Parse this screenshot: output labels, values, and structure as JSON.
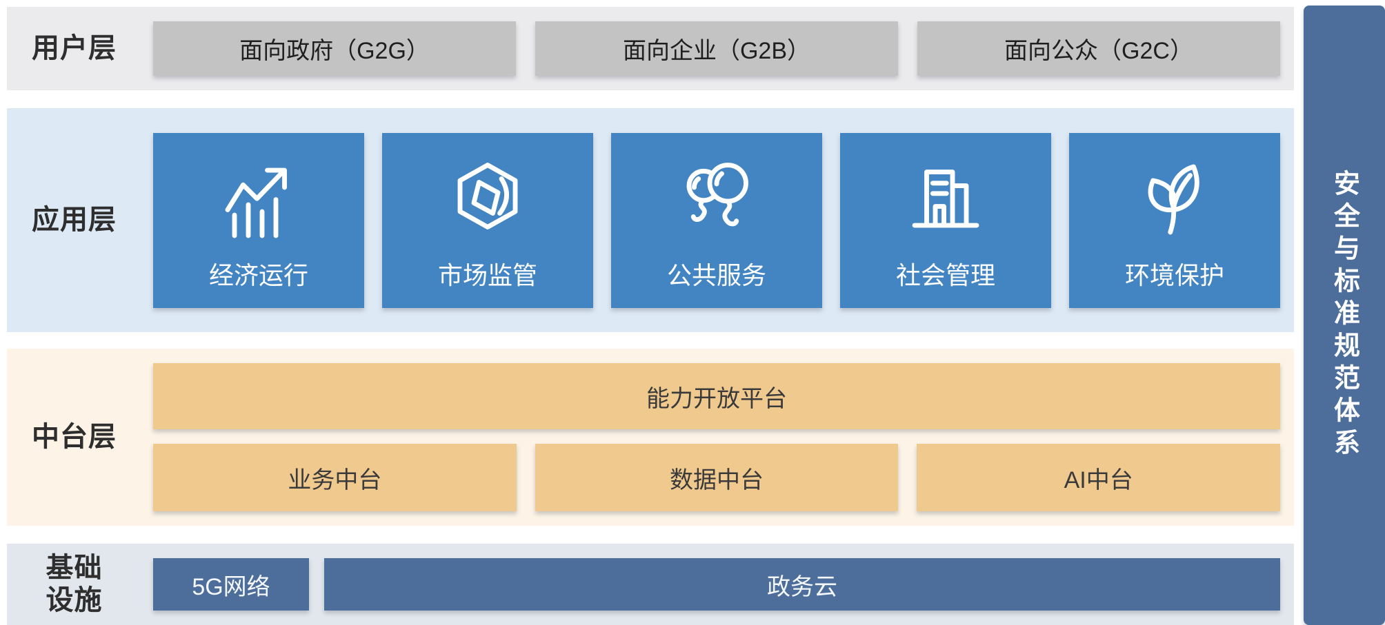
{
  "colors": {
    "user_band_bg": "#ebebed",
    "user_box_bg": "#c3c3c3",
    "app_band_bg": "#dde9f4",
    "app_box_bg": "#4285c2",
    "mid_band_bg": "#fdf4e7",
    "mid_box_bg": "#f0c98e",
    "infra_band_bg": "#e2e7ee",
    "infra_box_bg": "#4d6e9b",
    "sidebar_bg": "#4d6e9b"
  },
  "layers": {
    "user": {
      "label": "用户层",
      "boxes": [
        {
          "label": "面向政府（G2G）"
        },
        {
          "label": "面向企业（G2B）"
        },
        {
          "label": "面向公众（G2C）"
        }
      ]
    },
    "app": {
      "label": "应用层",
      "boxes": [
        {
          "label": "经济运行",
          "icon": "trend-chart-icon"
        },
        {
          "label": "市场监管",
          "icon": "hexagon-cube-icon"
        },
        {
          "label": "公共服务",
          "icon": "balloons-icon"
        },
        {
          "label": "社会管理",
          "icon": "buildings-icon"
        },
        {
          "label": "环境保护",
          "icon": "leaves-icon"
        }
      ]
    },
    "middle": {
      "label": "中台层",
      "platform": {
        "label": "能力开放平台"
      },
      "boxes": [
        {
          "label": "业务中台"
        },
        {
          "label": "数据中台"
        },
        {
          "label": "AI中台"
        }
      ]
    },
    "infra": {
      "label_line1": "基础",
      "label_line2": "设施",
      "boxes": [
        {
          "label": "5G网络"
        },
        {
          "label": "政务云"
        }
      ]
    }
  },
  "sidebar": {
    "label": "安全与标准规范体系"
  }
}
